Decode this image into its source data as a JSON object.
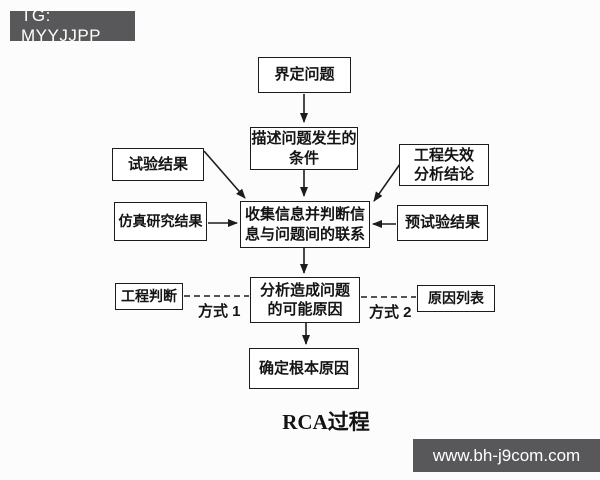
{
  "badge": {
    "text": "TG: MYYJJPP"
  },
  "watermark": {
    "text": "www.bh-j9com.com"
  },
  "caption": "RCA过程",
  "colors": {
    "badge_bg": "#58585a",
    "watermark_bg": "#58585a",
    "box_border": "#1c1c1c",
    "line": "#1c1c1c",
    "background": "#fcfcfc"
  },
  "flowchart": {
    "nodes": {
      "define_problem": {
        "label": "界定问题"
      },
      "describe_conditions": {
        "label": "描述问题发生的\n条件"
      },
      "test_results": {
        "label": "试验结果"
      },
      "simulation_results": {
        "label": "仿真研究结果"
      },
      "failure_analysis": {
        "label": "工程失效\n分析结论"
      },
      "pretest_results": {
        "label": "预试验结果"
      },
      "collect_info": {
        "label": "收集信息并判断信\n息与问题间的联系"
      },
      "analyze_causes": {
        "label": "分析造成问题\n的可能原因"
      },
      "engineering_judgment": {
        "label": "工程判断"
      },
      "cause_list": {
        "label": "原因列表"
      },
      "determine_root_cause": {
        "label": "确定根本原因"
      }
    },
    "edge_labels": {
      "method1": "方式 1",
      "method2": "方式 2"
    }
  }
}
